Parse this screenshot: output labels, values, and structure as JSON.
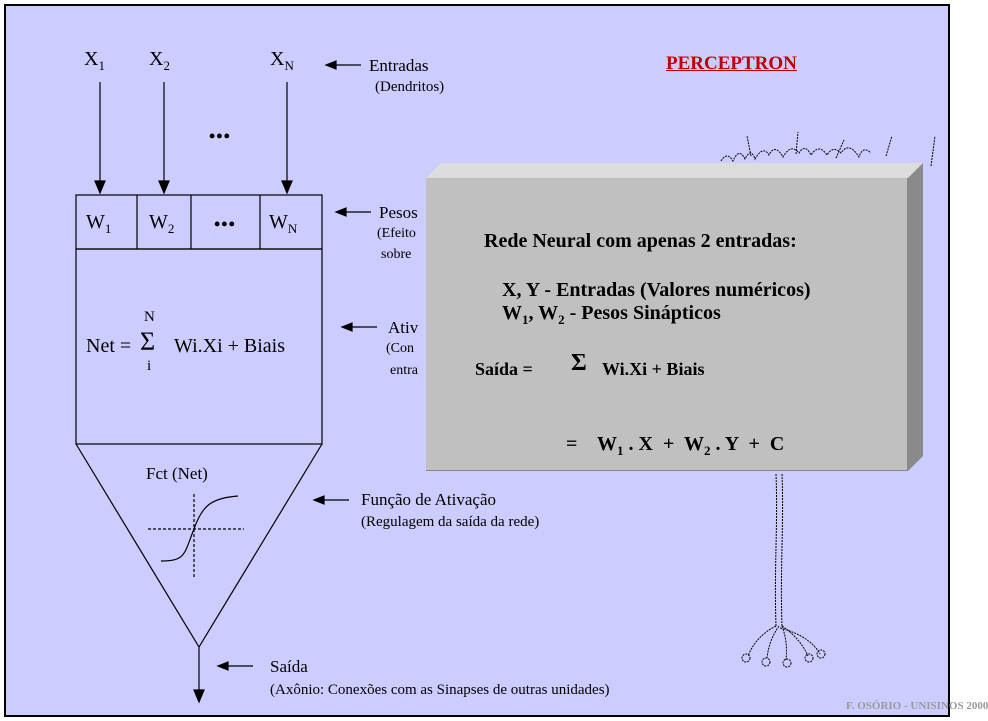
{
  "title": "PERCEPTRON",
  "inputs": {
    "x1": "X",
    "x1_sub": "1",
    "x2": "X",
    "x2_sub": "2",
    "xn": "X",
    "xn_sub": "N",
    "ellipsis": "•••",
    "label": "Entradas",
    "sublabel": "(Dendritos)"
  },
  "weights": {
    "w1": "W",
    "w1_sub": "1",
    "w2": "W",
    "w2_sub": "2",
    "ellipsis": "•••",
    "wn": "W",
    "wn_sub": "N",
    "label": "Pesos",
    "sublabel_1": "(Efeito",
    "sublabel_2": "sobre"
  },
  "net": {
    "lhs": "Net =",
    "sigma": "Σ",
    "upper": "N",
    "lower": "i",
    "rhs": "Wi.Xi + Biais",
    "label": "Ativ",
    "sublabel_1": "(Con",
    "sublabel_2": "entra"
  },
  "activation": {
    "fct": "Fct (Net)",
    "label": "Função  de Ativação",
    "sublabel": "(Regulagem da saída da rede)"
  },
  "output": {
    "label": "Saída",
    "sublabel": "(Axônio:  Conexões com as Sinapses de outras unidades)"
  },
  "popup": {
    "heading": "Rede Neural com apenas 2 entradas:",
    "line1": "X, Y - Entradas  (Valores numéricos)",
    "line2_a": "W",
    "line2_sub1": "1",
    "line2_b": ", W",
    "line2_sub2": "2",
    "line2_c": " - Pesos Sinápticos",
    "saida": "Saída =",
    "sigma": "Σ",
    "saida_rhs": "Wi.Xi + Biais",
    "eq_a": "=    W",
    "eq_sub1": "1",
    "eq_b": " . X  +  W",
    "eq_sub2": "2",
    "eq_c": " . Y  +  C"
  },
  "credit": "F. OSÓRIO - UNISINOS 2000"
}
